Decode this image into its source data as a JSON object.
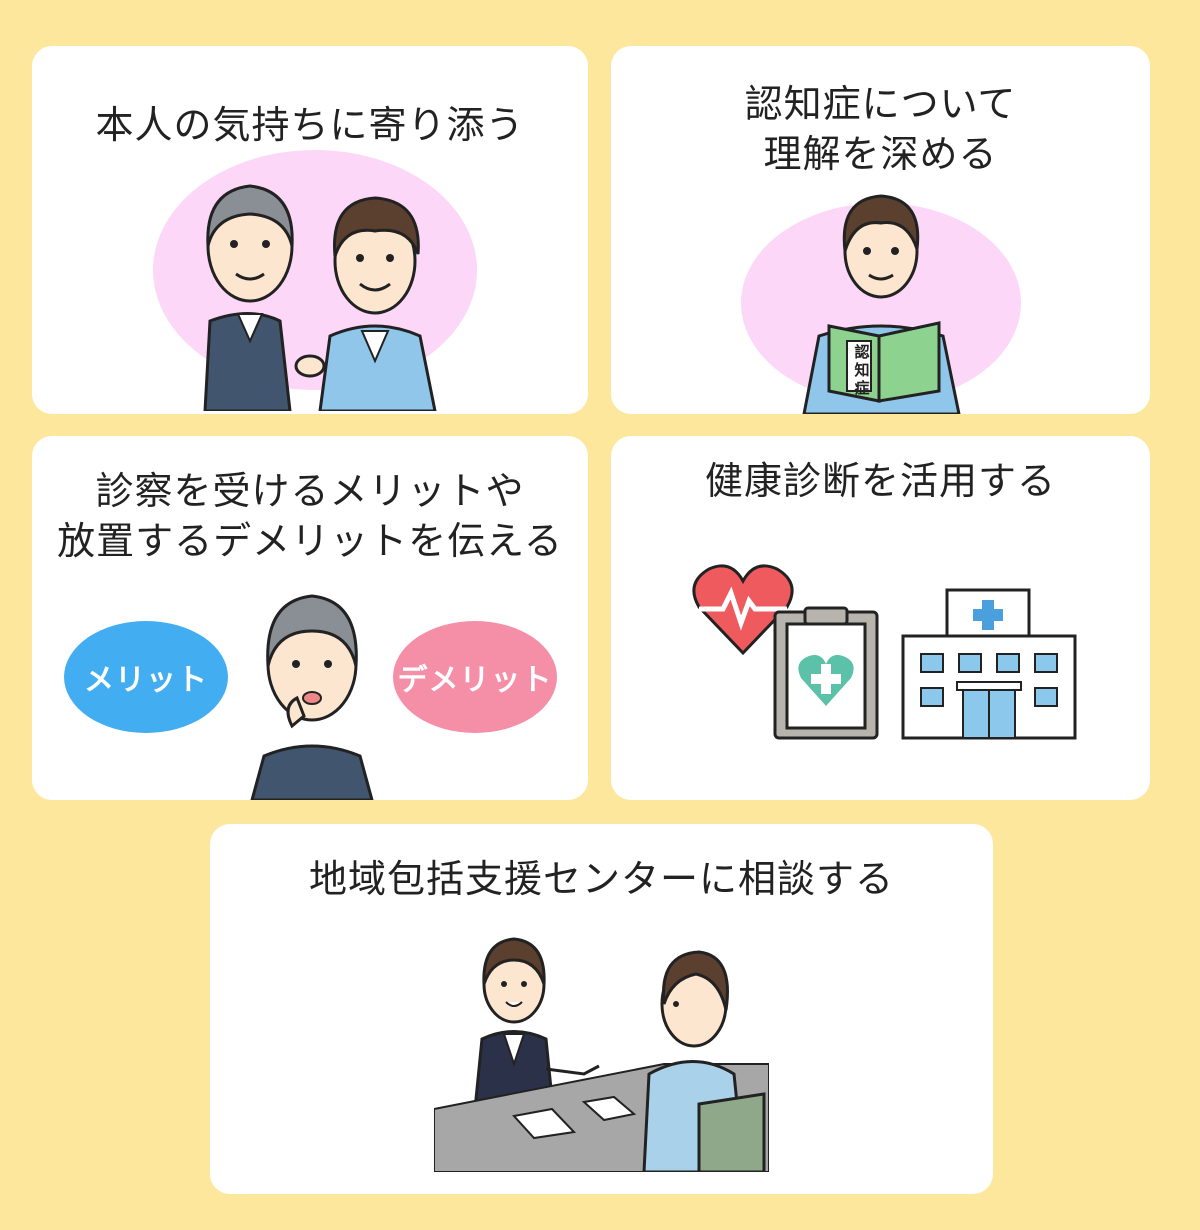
{
  "cards": [
    {
      "title": "本人の気持ちに寄り添う"
    },
    {
      "title": "認知症について\n理解を深める",
      "book_label": "認知症"
    },
    {
      "title": "診察を受けるメリットや\n放置するデメリットを伝える",
      "merit_label": "メリット",
      "demerit_label": "デメリット"
    },
    {
      "title": "健康診断を活用する"
    },
    {
      "title": "地域包括支援センターに相談する"
    }
  ],
  "colors": {
    "background": "#fde79c",
    "card": "#ffffff",
    "pink_oval": "#fcd7f8",
    "merit_blue": "#42aef1",
    "demerit_pink": "#f58ea7",
    "heart_red": "#ee5a5d",
    "green_cross": "#5bc1a9",
    "hospital_cross": "#4a9fdc"
  }
}
